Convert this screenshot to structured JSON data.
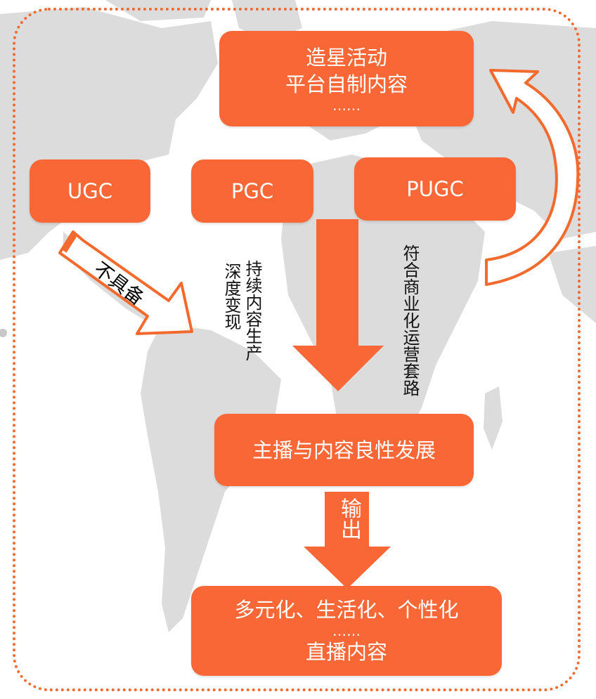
{
  "colors": {
    "accent": "#f86735",
    "frame": "#f26a2e",
    "map": "#dcdcdc"
  },
  "top_box": {
    "line1": "造星活动",
    "line2": "平台自制内容",
    "line3": "……"
  },
  "source_boxes": {
    "ugc": "UGC",
    "pgc": "PGC",
    "pugc": "PUGC"
  },
  "labels": {
    "not_have": "不具备",
    "sustain": "持续内容生产",
    "deep": "深度变现",
    "business": "符合商业化运营套路",
    "output": "输出"
  },
  "mid_box": {
    "text": "主播与内容良性发展"
  },
  "bottom_box": {
    "line1": "多元化、生活化、个性化",
    "line2": "……",
    "line3": "直播内容"
  }
}
